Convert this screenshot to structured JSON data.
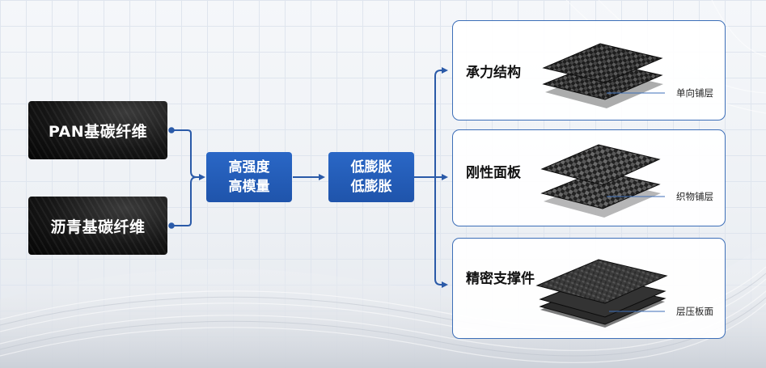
{
  "sources": [
    {
      "label": "PAN基碳纤维"
    },
    {
      "label": "沥青基碳纤维"
    }
  ],
  "property_1": {
    "line1": "高强度",
    "line2": "高模量"
  },
  "property_2": {
    "line1": "低膨胀",
    "line2": "低膨胀"
  },
  "applications": [
    {
      "title": "承力结构",
      "layup": "单向铺层",
      "texture": "weave"
    },
    {
      "title": "刚性面板",
      "layup": "织物铺层",
      "texture": "checker"
    },
    {
      "title": "精密支撑件",
      "layup": "层压板面",
      "texture": "laminate"
    }
  ],
  "colors": {
    "accent": "#2a67c6",
    "connector": "#2a5aa8",
    "panel_border": "#3d6fb8"
  }
}
